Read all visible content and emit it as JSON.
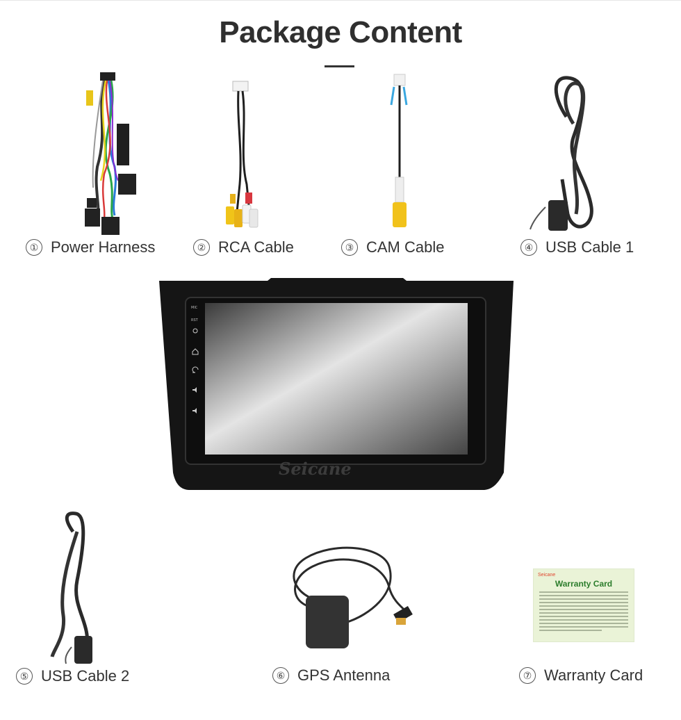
{
  "header": {
    "title": "Package Content"
  },
  "items": [
    {
      "number": "①",
      "label": "Power Harness"
    },
    {
      "number": "②",
      "label": "RCA Cable"
    },
    {
      "number": "③",
      "label": "CAM Cable"
    },
    {
      "number": "④",
      "label": "USB Cable 1"
    },
    {
      "number": "⑤",
      "label": "USB Cable 2"
    },
    {
      "number": "⑥",
      "label": "GPS Antenna"
    },
    {
      "number": "⑦",
      "label": "Warranty Card"
    }
  ],
  "unit": {
    "side_labels": [
      "MIC",
      "RST"
    ],
    "brand": "Seicane"
  },
  "warranty_card": {
    "brand": "Seicane",
    "title": "Warranty Card"
  },
  "colors": {
    "accent": "#333333",
    "card_bg": "#eaf3d7",
    "card_title": "#2c7d2c",
    "card_brand": "#e0442d"
  }
}
